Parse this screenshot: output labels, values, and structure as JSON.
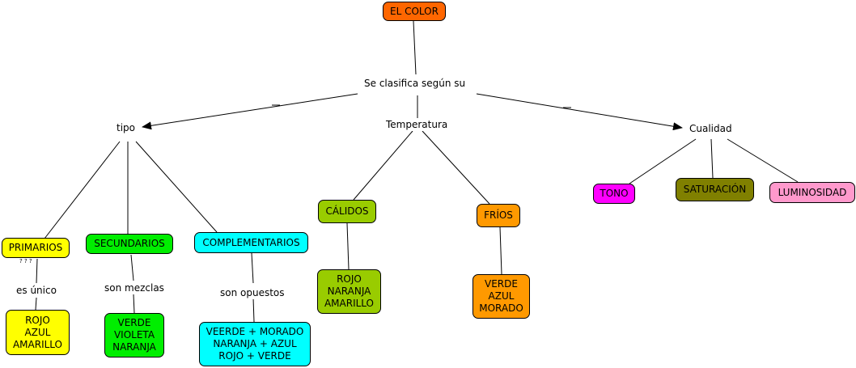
{
  "colors": {
    "root": "#ff6600",
    "primarios": "#ffff00",
    "secundarios": "#00ee00",
    "complementarios": "#00ffff",
    "calidos": "#99cc00",
    "frios": "#ff9900",
    "tono": "#ff00ff",
    "saturacion": "#808000",
    "luminosidad": "#ff99cc"
  },
  "root": "EL COLOR",
  "links": {
    "clasifica": "Se clasifica según su",
    "tipo": "tipo",
    "temperatura": "Temperatura",
    "cualidad": "Cualidad",
    "es_unico": "es único",
    "son_mezclas": "son mezclas",
    "son_opuestos": "son opuestos",
    "marks": "? ? ?"
  },
  "nodes": {
    "primarios": "PRIMARIOS",
    "secundarios": "SECUNDARIOS",
    "complementarios": "COMPLEMENTARIOS",
    "calidos": "CÁLIDOS",
    "frios": "FRÍOS",
    "tono": "TONO",
    "saturacion": "SATURACIÓN",
    "luminosidad": "LUMINOSIDAD"
  },
  "examples": {
    "primarios": "ROJO\nAZUL\nAMARILLO",
    "secundarios": "VERDE\nVIOLETA\nNARANJA",
    "complementarios": "VEERDE + MORADO\nNARANJA + AZUL\nROJO + VERDE",
    "calidos": "ROJO\nNARANJA\nAMARILLO",
    "frios": "VERDE\nAZUL\nMORADO"
  }
}
